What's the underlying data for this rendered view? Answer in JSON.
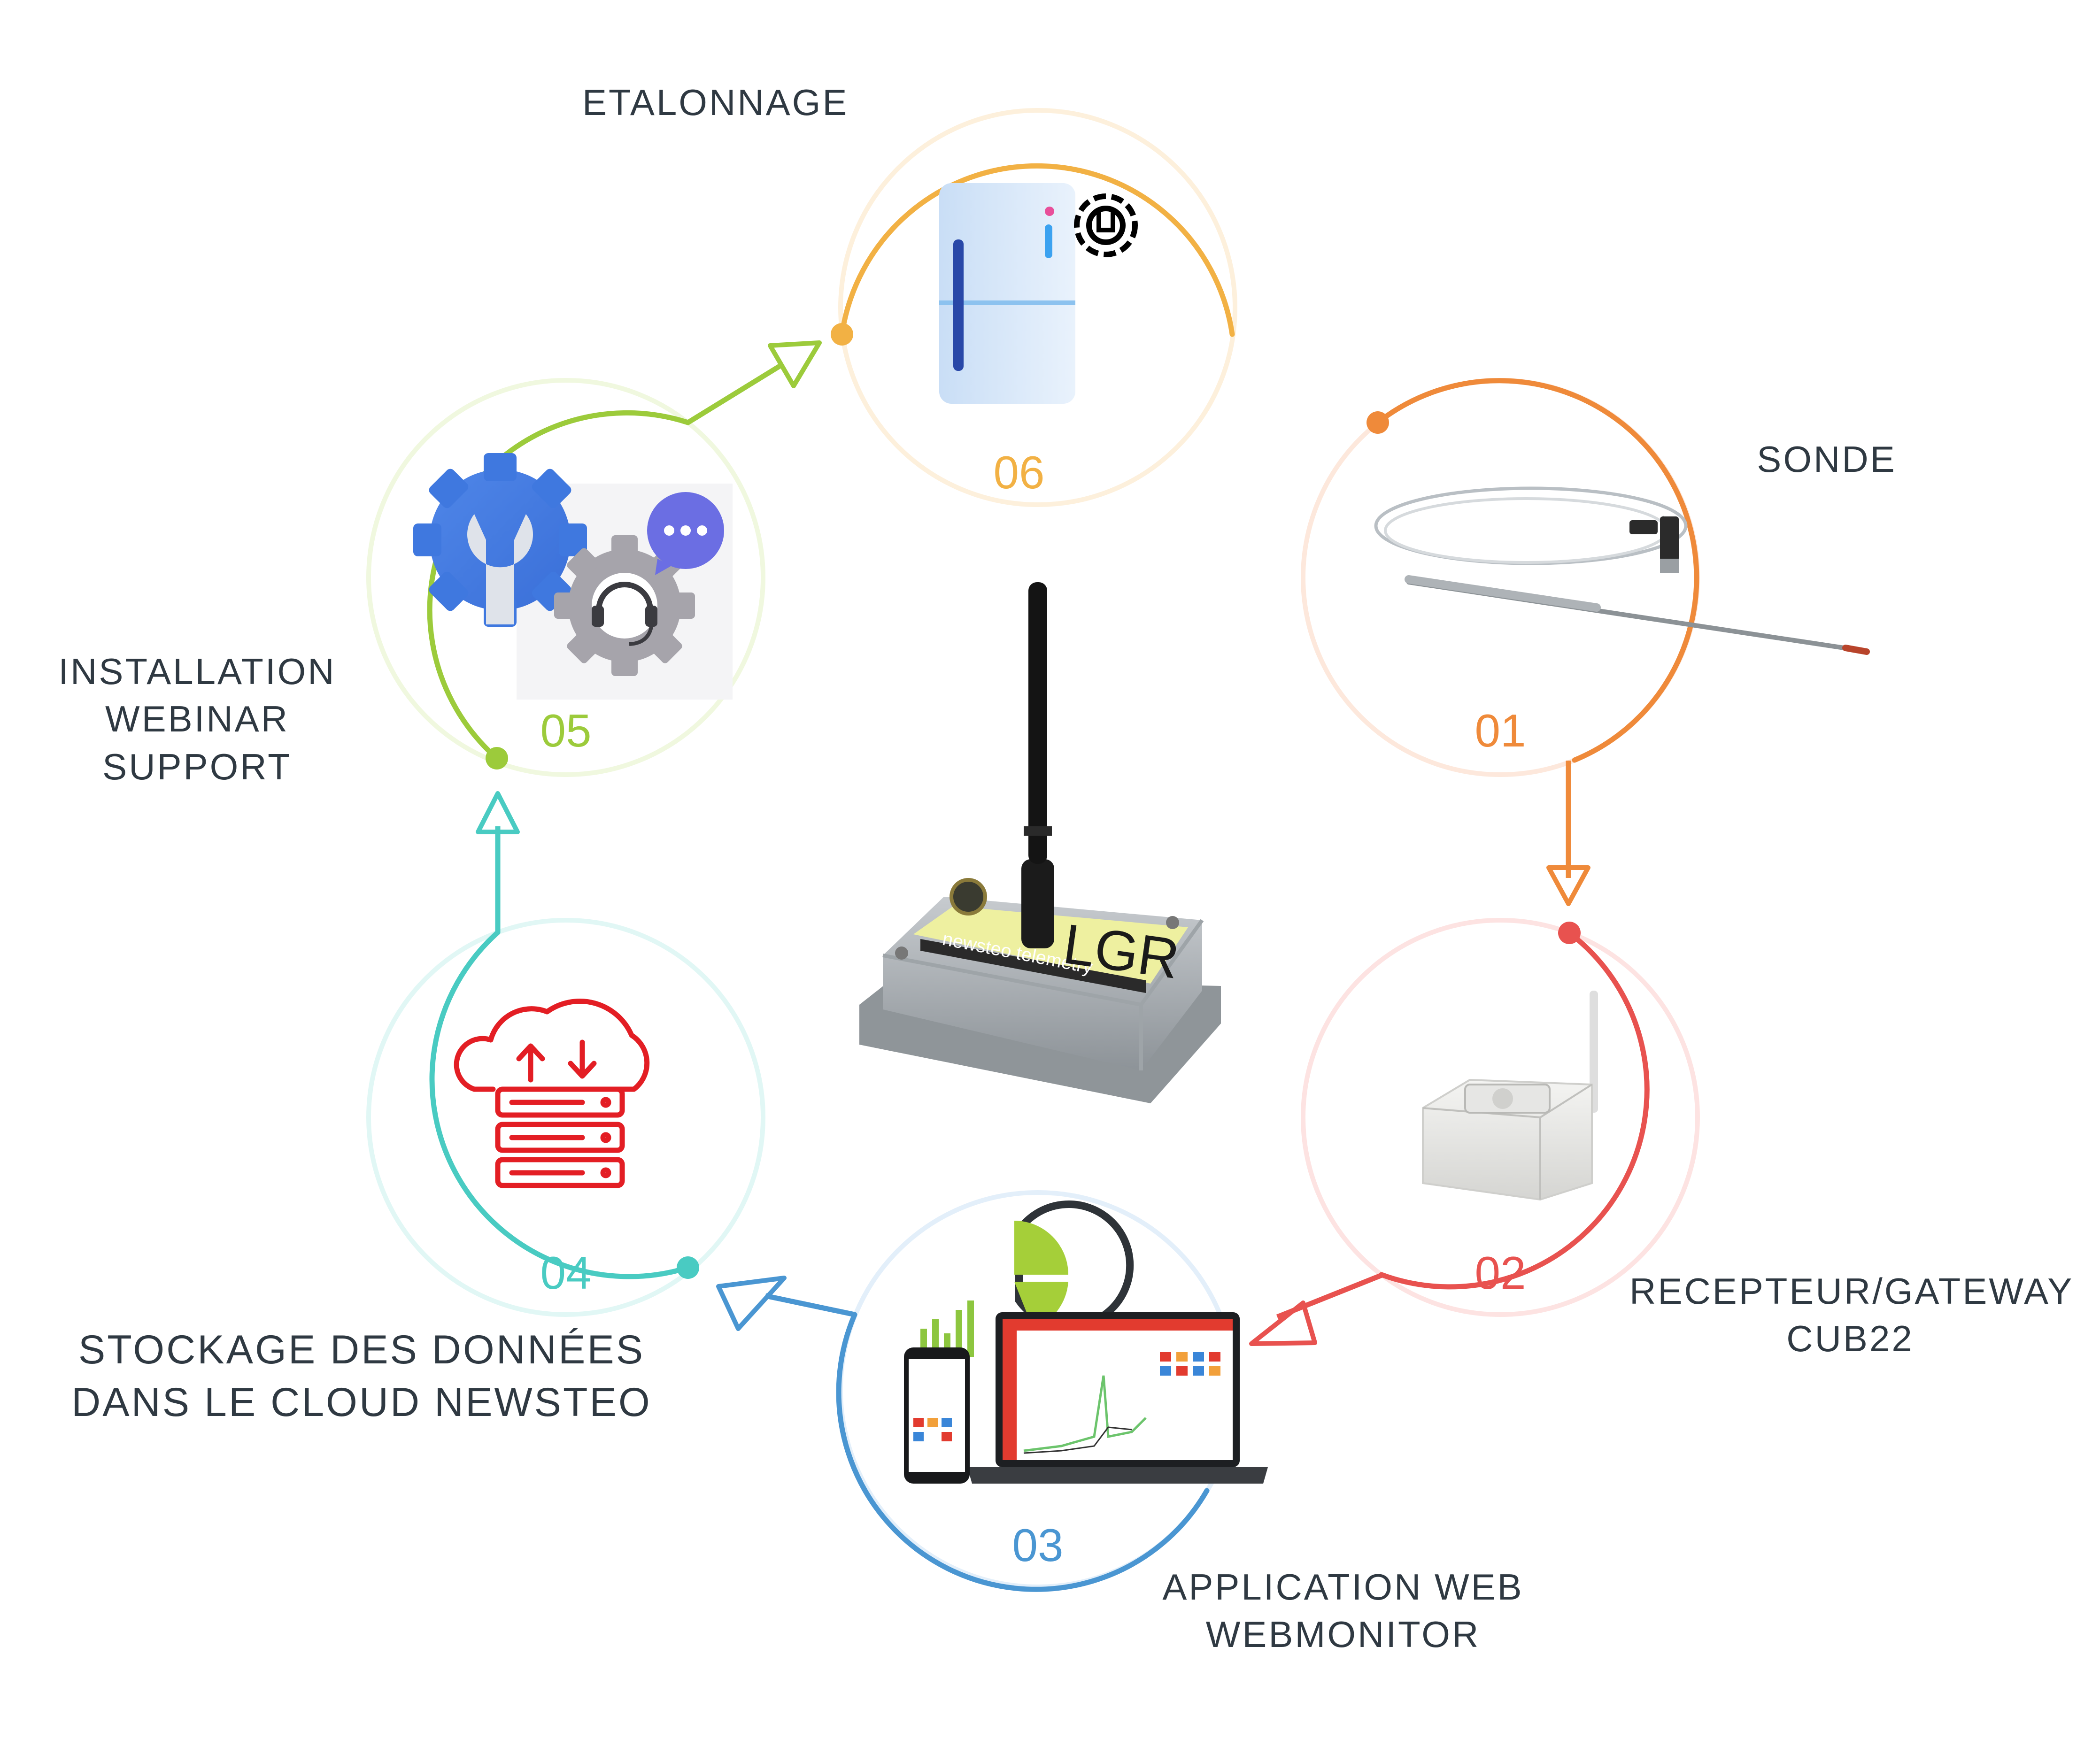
{
  "steps": [
    {
      "number": "01",
      "label_lines": [
        "SONDE"
      ],
      "color": "#ef8a3a",
      "icon": "temperature-probe-icon"
    },
    {
      "number": "02",
      "label_lines": [
        "RECEPTEUR/GATEWAY",
        "CUB22"
      ],
      "color": "#e8524f",
      "icon": "gateway-receiver-icon"
    },
    {
      "number": "03",
      "label_lines": [
        "APPLICATION WEB",
        "WEBMONITOR"
      ],
      "color": "#4a96d2",
      "icon": "laptop-phone-dashboard-icon"
    },
    {
      "number": "04",
      "label_lines": [
        "STOCKAGE DES DONNÉES",
        "DANS LE CLOUD NEWSTEO"
      ],
      "color": "#49cbc2",
      "icon": "cloud-server-icon"
    },
    {
      "number": "05",
      "label_lines": [
        "INSTALLATION",
        "WEBINAR",
        "SUPPORT"
      ],
      "color": "#9ccb3b",
      "icon": "gear-support-headset-icon"
    },
    {
      "number": "06",
      "label_lines": [
        "ETALONNAGE"
      ],
      "color": "#f2b144",
      "icon": "fridge-calibration-icon"
    }
  ],
  "center_device": {
    "icon": "lgr-logger-device-icon",
    "brand": "newsteo telemetry",
    "model": "LGR"
  }
}
